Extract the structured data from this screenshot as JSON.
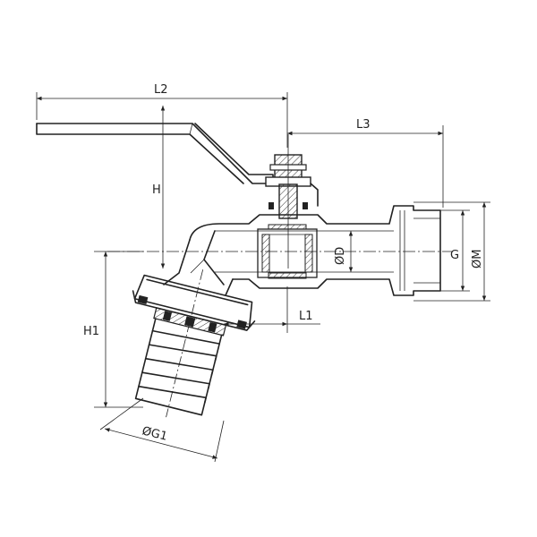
{
  "drawing": {
    "dimensions": {
      "L2": "L2",
      "L3": "L3",
      "H": "H",
      "H1": "H1",
      "L1": "L1",
      "D": "ØD",
      "G": "G",
      "M": "ØM",
      "G1": "ØG1"
    }
  }
}
